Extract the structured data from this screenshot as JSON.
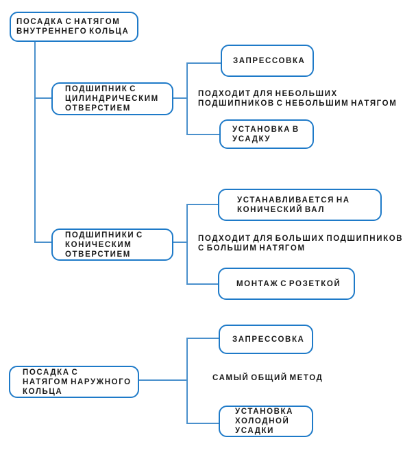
{
  "diagram": {
    "colors": {
      "background": "#ffffff",
      "box_border": "#1e7ac8",
      "connector_line": "#4a90cc",
      "text": "#1a1a1a"
    },
    "nodes": {
      "inner_ring_fit": "ПОСАДКА С НАТЯГОМ\nВНУТРЕННЕГО КОЛЬЦА",
      "cylindrical_bore": "ПОДШИПНИК С\nЦИЛИНДРИЧЕСКИМ\nОТВЕРСТИЕМ",
      "press_fit_top": "ЗАПРЕССОВКА",
      "shrink_fit": "УСТАНОВКА В\nУСАДКУ",
      "tapered_bore": "ПОДШИПНИКИ С\nКОНИЧЕСКИМ\nОТВЕРСТИЕМ",
      "tapered_shaft": "УСТАНАВЛИВАЕТСЯ НА\nКОНИЧЕСКИЙ ВАЛ",
      "socket_mounting": "МОНТАЖ С РОЗЕТКОЙ",
      "outer_ring_fit": "ПОСАДКА С\nНАТЯГОМ НАРУЖНОГО\nКОЛЬЦА",
      "press_fit_bottom": "ЗАПРЕССОВКА",
      "cold_shrink": "УСТАНОВКА\nХОЛОДНОЙ\nУСАДКИ"
    },
    "notes": {
      "small_bearings": "ПОДХОДИТ ДЛЯ НЕБОЛЬШИХ\nПОДШИПНИКОВ С НЕБОЛЬШИМ НАТЯГОМ",
      "large_bearings": "ПОДХОДИТ ДЛЯ БОЛЬШИХ ПОДШИПНИКОВ\nС БОЛЬШИМ НАТЯГОМ",
      "common_method": "САМЫЙ ОБЩИЙ МЕТОД"
    }
  }
}
